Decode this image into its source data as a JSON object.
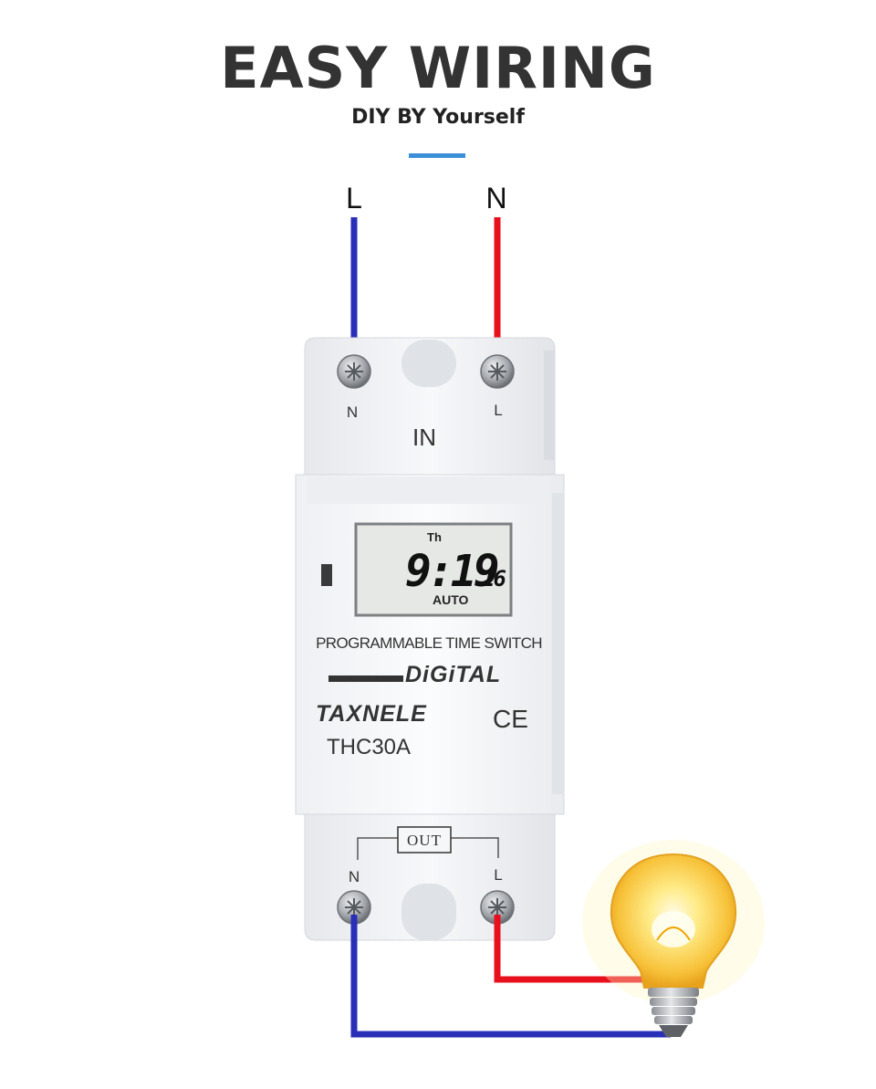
{
  "header": {
    "title": "EASY WIRING",
    "subtitle": "DIY BY Yourself",
    "accent_color": "#3b8fd9"
  },
  "wires": {
    "input_left_label": "L",
    "input_right_label": "N",
    "left_wire_color": "#2a2fb8",
    "right_wire_color": "#e8101c"
  },
  "device": {
    "top_terminals": {
      "left": "N",
      "right": "L",
      "caption": "IN"
    },
    "display": {
      "day": "Th",
      "time": "9:19",
      "seconds": "16",
      "mode": "AUTO"
    },
    "product_type": "PROGRAMMABLE TIME SWITCH",
    "series": "DiGiTAL",
    "brand": "TAXNELE",
    "certification": "CE",
    "model": "THC30A",
    "bottom_terminals": {
      "caption": "OUT",
      "left": "N",
      "right": "L"
    }
  },
  "load": {
    "icon": "light-bulb-icon"
  }
}
